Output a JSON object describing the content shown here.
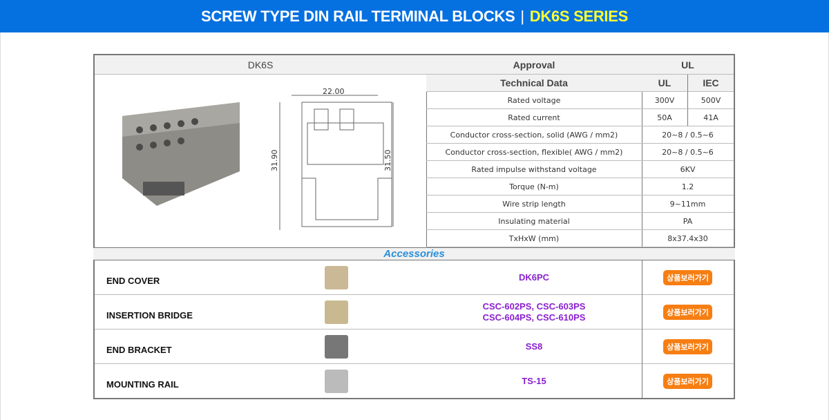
{
  "banner": {
    "title": "SCREW TYPE DIN RAIL TERMINAL BLOCKS",
    "separator": "|",
    "series": "DK6S SERIES"
  },
  "table": {
    "model": "DK6S",
    "approval_label": "Approval",
    "approval_value": "UL",
    "tech_header": "Technical Data",
    "col_ul": "UL",
    "col_iec": "IEC",
    "drawing": {
      "width_dim": "22.00",
      "height_left": "31.90",
      "height_right": "31.50"
    },
    "rows": [
      {
        "label": "Rated voltage",
        "ul": "300V",
        "iec": "500V"
      },
      {
        "label": "Rated current",
        "ul": "50A",
        "iec": "41A"
      },
      {
        "label": "Conductor cross-section, solid (AWG / mm2)",
        "value": "20~8 / 0.5~6"
      },
      {
        "label": "Conductor cross-section, flexible( AWG / mm2)",
        "value": "20~8 / 0.5~6"
      },
      {
        "label": "Rated impulse withstand voltage",
        "value": "6KV"
      },
      {
        "label": "Torque (N-m)",
        "value": "1.2"
      },
      {
        "label": "Wire strip length",
        "value": "9~11mm"
      },
      {
        "label": "Insulating material",
        "value": "PA"
      },
      {
        "label": "TxHxW (mm)",
        "value": "8x37.4x30"
      }
    ]
  },
  "accessories": {
    "title": "Accessories",
    "items": [
      {
        "name": "END COVER",
        "codes": [
          "DK6PC"
        ],
        "button": "상품보러가기"
      },
      {
        "name": "INSERTION BRIDGE",
        "codes": [
          "CSC-602PS, CSC-603PS",
          "CSC-604PS, CSC-610PS"
        ],
        "button": "상품보러가기"
      },
      {
        "name": "END BRACKET",
        "codes": [
          "SS8"
        ],
        "button": "상품보러가기"
      },
      {
        "name": "MOUNTING RAIL",
        "codes": [
          "TS-15"
        ],
        "button": "상품보러가기"
      }
    ]
  }
}
